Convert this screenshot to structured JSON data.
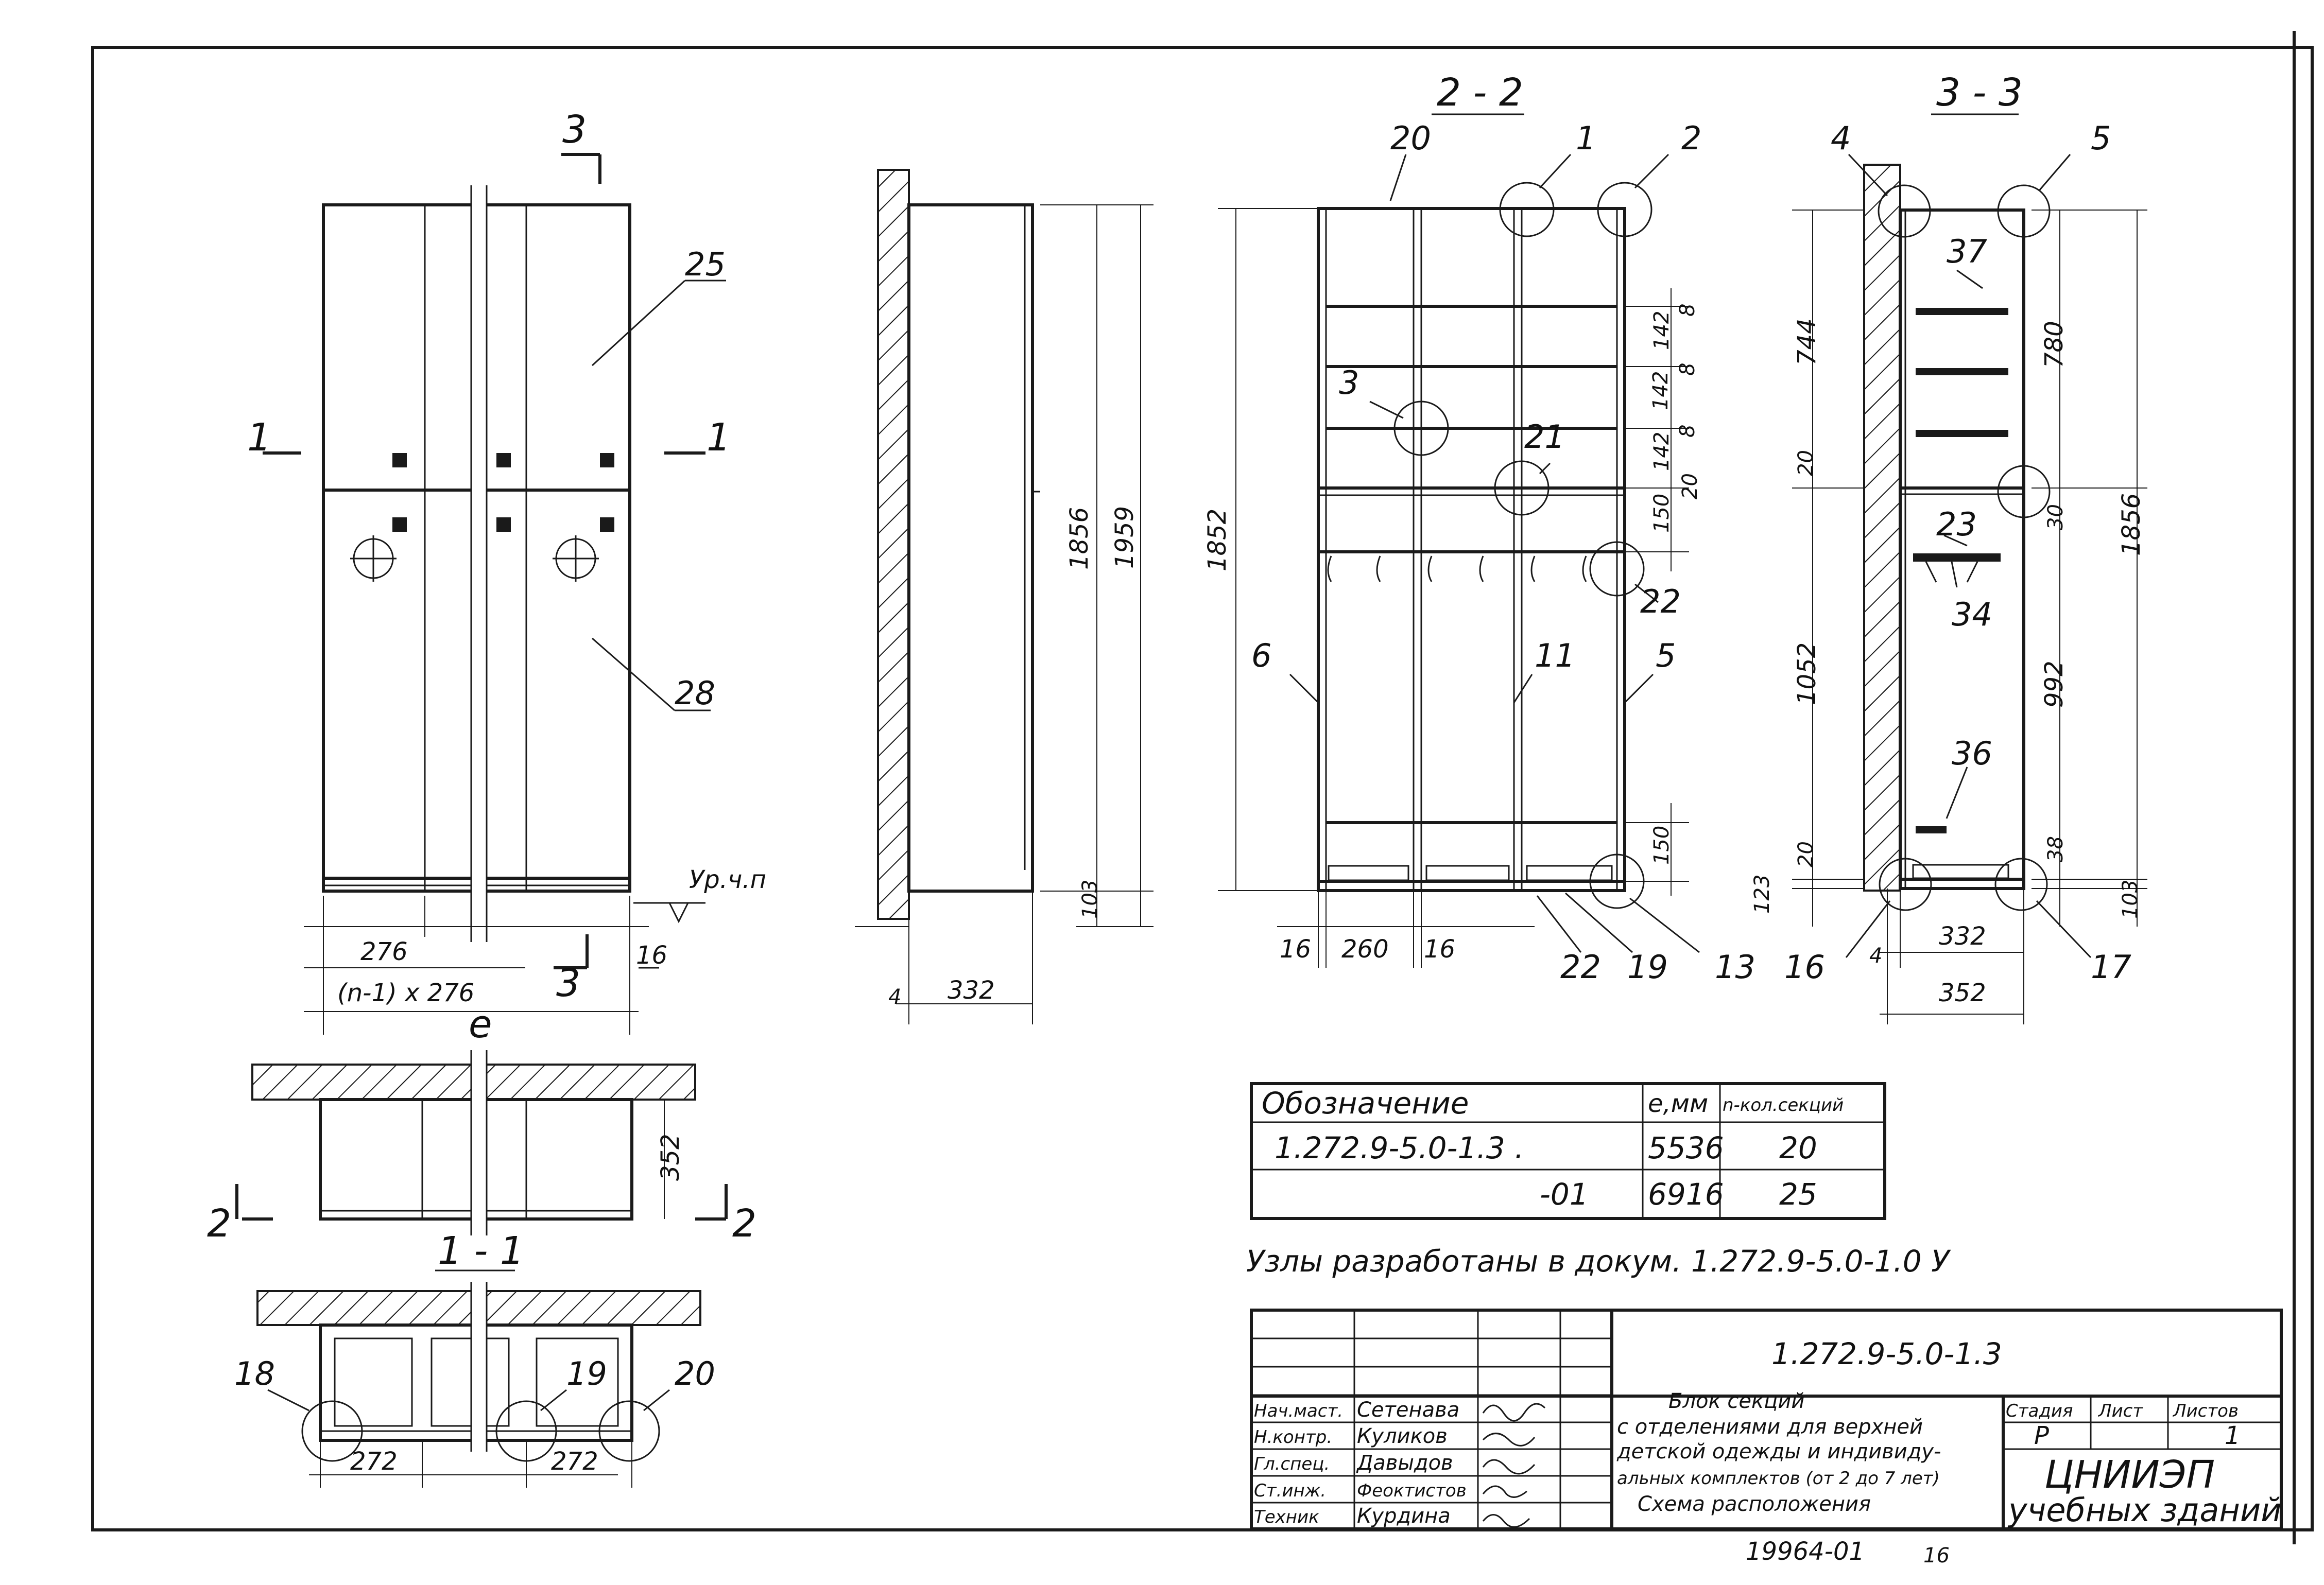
{
  "sections": {
    "s11": "1 - 1",
    "s22": "2 - 2",
    "s33": "3 - 3"
  },
  "cut_marks": {
    "one": "1",
    "two": "2",
    "three": "3"
  },
  "plan": {
    "dims": {
      "d276": "276",
      "dn276": "(n-1) x 276",
      "de": "e",
      "d16": "16",
      "d352": "352",
      "level": "Ур.ч.п"
    },
    "callouts": {
      "c25": "25",
      "c28": "28"
    }
  },
  "side": {
    "dims": {
      "d1856": "1856",
      "d1959": "1959",
      "d103": "103",
      "d332": "332",
      "d4": "4"
    }
  },
  "s22": {
    "dims": {
      "d1852": "1852",
      "d142a": "142",
      "d142b": "142",
      "d142c": "142",
      "d8a": "8",
      "d8b": "8",
      "d8c": "8",
      "d20": "20",
      "d150a": "150",
      "d150b": "150",
      "d16a": "16",
      "d260": "260",
      "d16b": "16"
    },
    "callouts": {
      "c1": "1",
      "c2": "2",
      "c3": "3",
      "c5": "5",
      "c6": "6",
      "c11": "11",
      "c13": "13",
      "c19": "19",
      "c20": "20",
      "c21": "21",
      "c22a": "22",
      "c22b": "22"
    }
  },
  "s33": {
    "dims": {
      "d744": "744",
      "d20a": "20",
      "d1052": "1052",
      "d20b": "20",
      "d123": "123",
      "d780": "780",
      "d30": "30",
      "d992": "992",
      "d38": "38",
      "d103": "103",
      "d1856": "1856",
      "d332": "332",
      "d352": "352",
      "d4": "4"
    },
    "callouts": {
      "c4": "4",
      "c5": "5",
      "c16": "16",
      "c17": "17",
      "c23": "23",
      "c34": "34",
      "c36": "36",
      "c37": "37"
    }
  },
  "s11view": {
    "dims": {
      "d272a": "272",
      "d272b": "272"
    },
    "callouts": {
      "c18": "18",
      "c19": "19",
      "c20": "20"
    }
  },
  "spec_table": {
    "headers": [
      "Обозначение",
      "е,мм",
      "n-кол.секций"
    ],
    "rows": [
      [
        "1.272.9-5.0-1.3 .",
        "5536",
        "20"
      ],
      [
        "-01",
        "6916",
        "25"
      ]
    ]
  },
  "note": "Узлы разработаны в докум. 1.272.9-5.0-1.0 У",
  "title_block": {
    "doc_code": "1.272.9-5.0-1.3",
    "signatures": [
      {
        "role": "Нач.маст.",
        "name": "Сетенава"
      },
      {
        "role": "Н.контр.",
        "name": "Куликов"
      },
      {
        "role": "Гл.спец.",
        "name": "Давыдов"
      },
      {
        "role": "Ст.инж.",
        "name": "Феоктистов"
      },
      {
        "role": "Техник",
        "name": "Курдина"
      }
    ],
    "title_lines": [
      "Блок секций",
      "с отделениями для верхней",
      "детской одежды и индивиду-",
      "альных комплектов (от 2 до 7 лет)",
      "Схема расположения"
    ],
    "stage_header": "Стадия",
    "sheet_header": "Лист",
    "sheets_header": "Листов",
    "stage": "Р",
    "sheets": "1",
    "org": "ЦНИИЭП",
    "org_sub": "учебных зданий"
  },
  "footer": {
    "number": "19964-01",
    "page": "16"
  }
}
